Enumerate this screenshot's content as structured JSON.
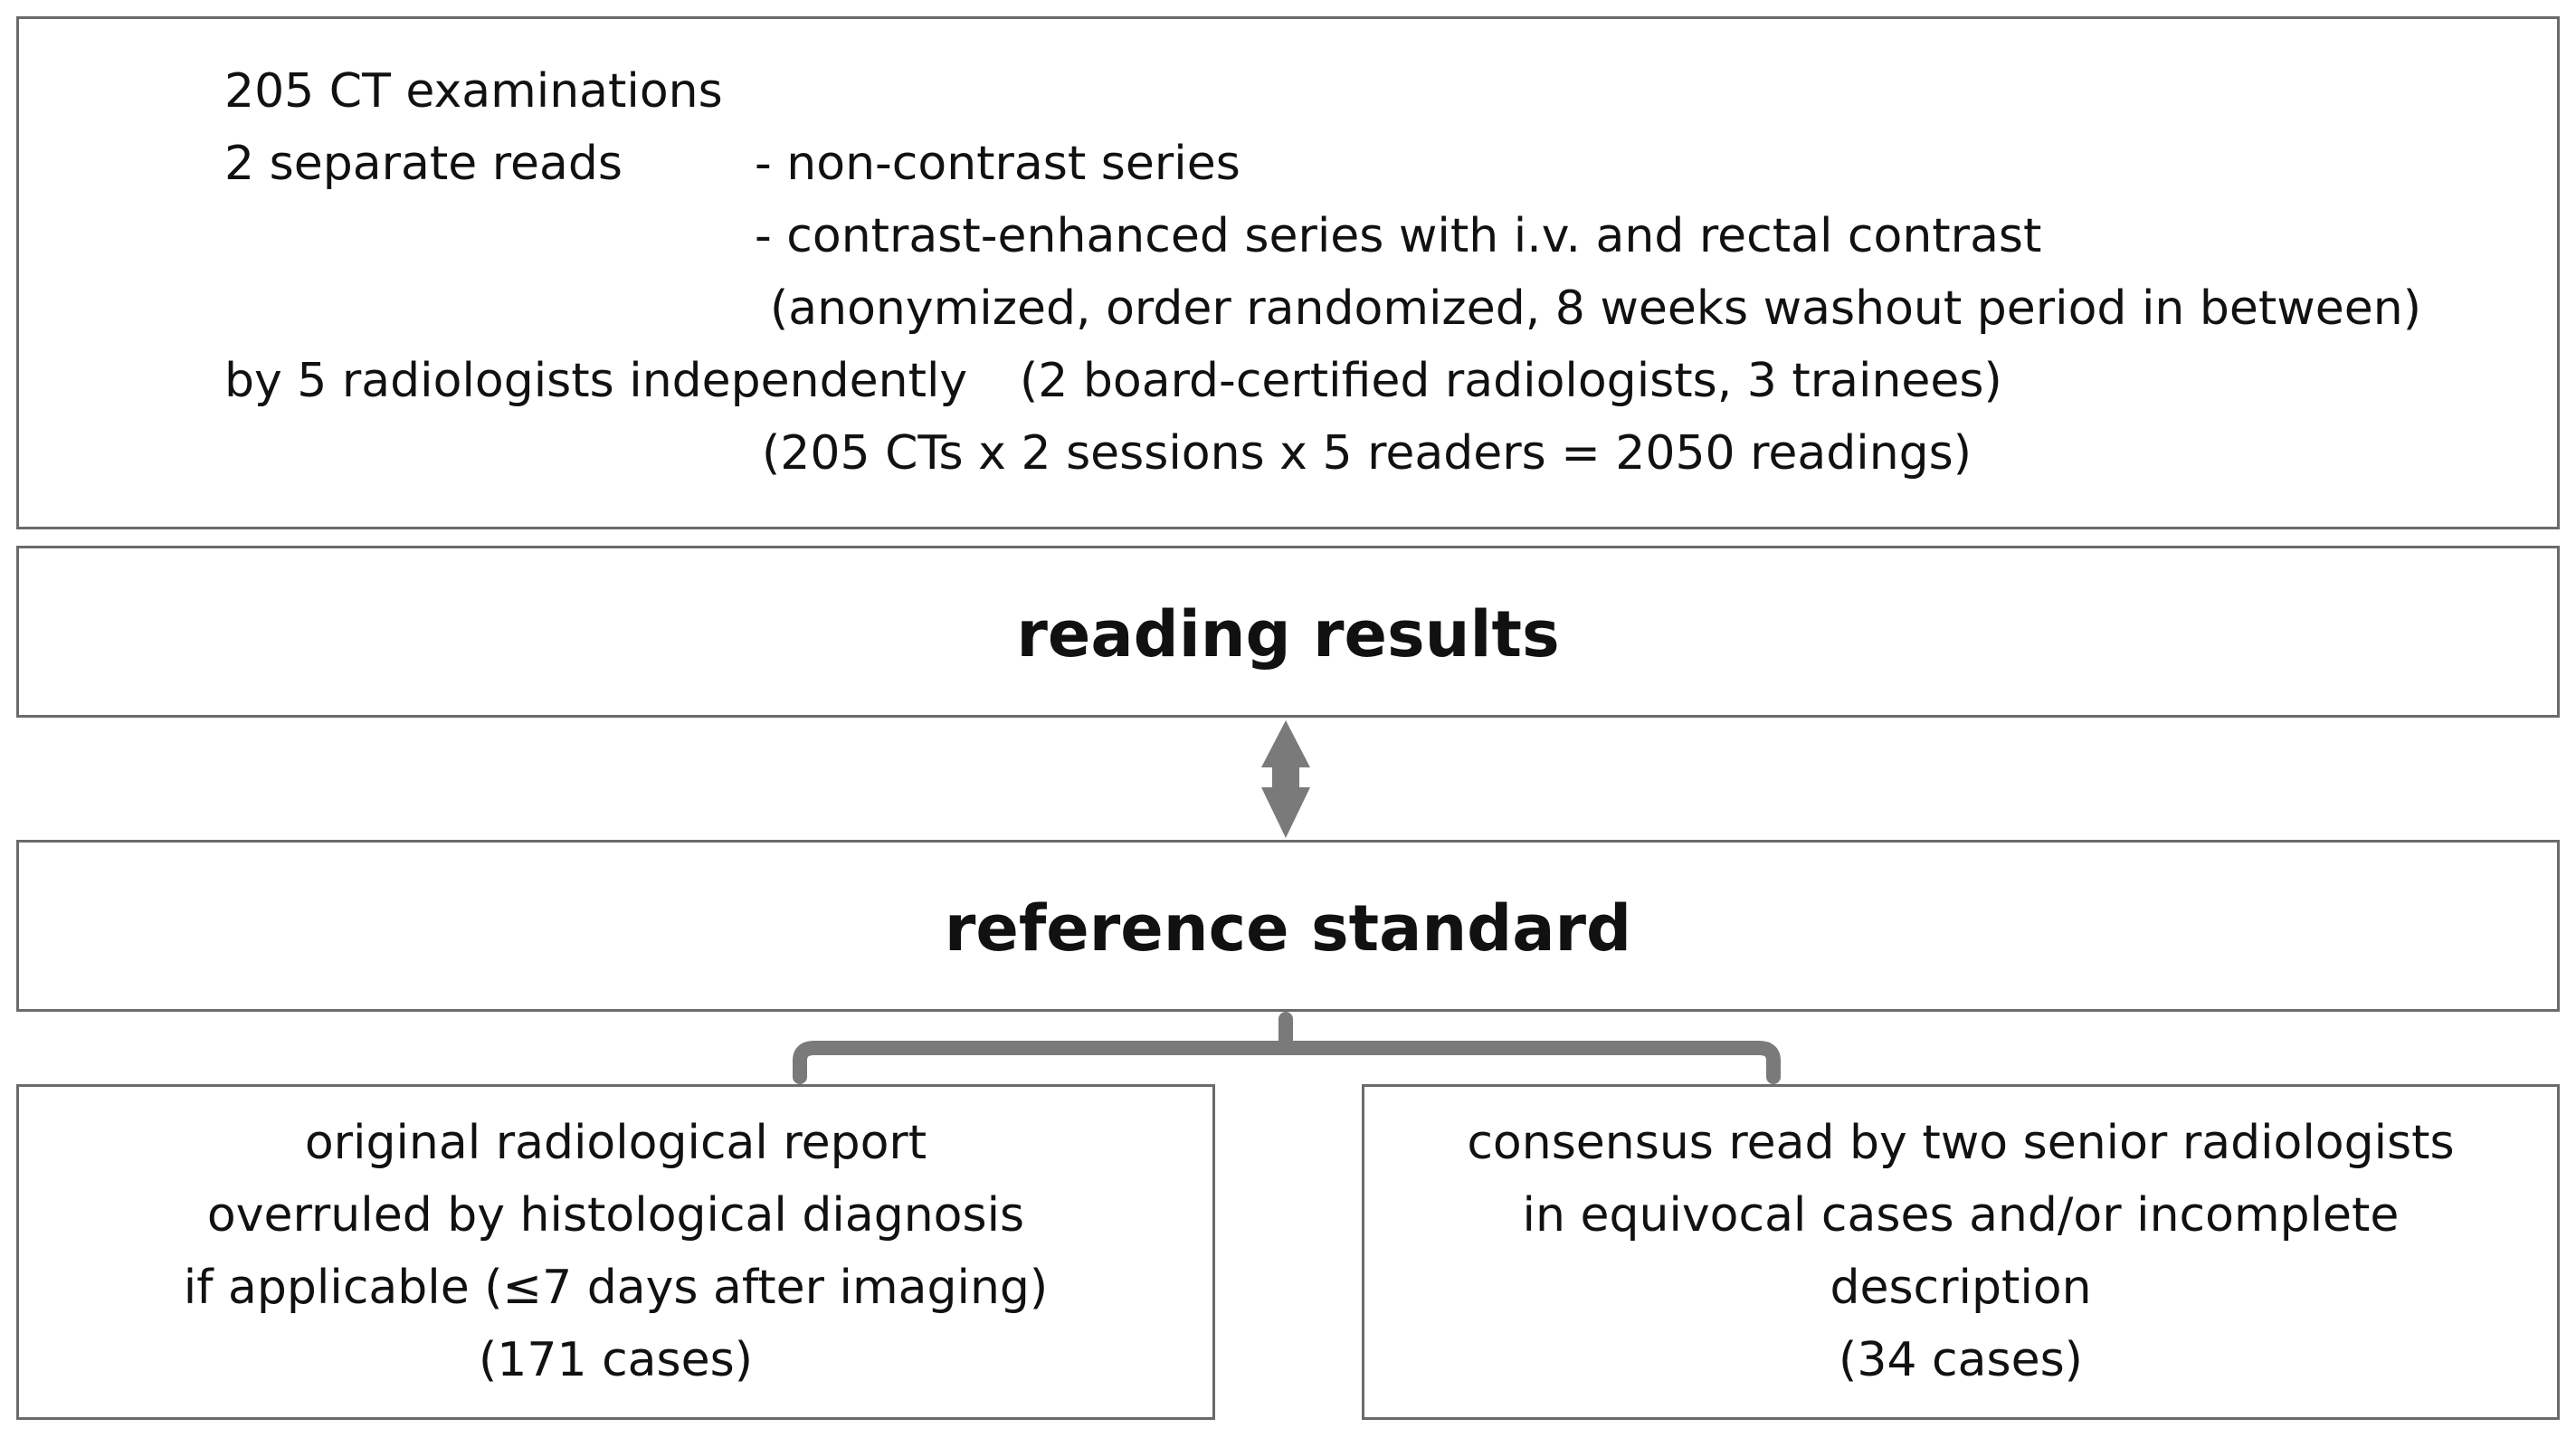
{
  "study_design": {
    "examinations": "205 CT examinations",
    "reads_label": "2 separate reads",
    "series_1": "- non-contrast series",
    "series_2": "- contrast-enhanced series with i.v. and rectal contrast",
    "series_note": "(anonymized, order randomized, 8 weeks washout period in between)",
    "readers_label": "by 5 radiologists independently",
    "readers_note": "(2 board-certified radiologists, 3 trainees)",
    "readings_calc": "(205 CTs x 2 sessions x 5 readers = 2050 readings)"
  },
  "reading_results": {
    "title": "reading results"
  },
  "reference_standard": {
    "title": "reference standard"
  },
  "branch_left": {
    "lines": [
      "original radiological report",
      "overruled by histological diagnosis",
      "if applicable (≤7 days after imaging)",
      "(171 cases)"
    ]
  },
  "branch_right": {
    "lines": [
      "consensus read by two senior radiologists",
      "in equivocal cases and/or incomplete",
      "description",
      "(34 cases)"
    ]
  },
  "colors": {
    "border": "#6b6b6b",
    "connector": "#7a7a7a",
    "text": "#111111"
  }
}
